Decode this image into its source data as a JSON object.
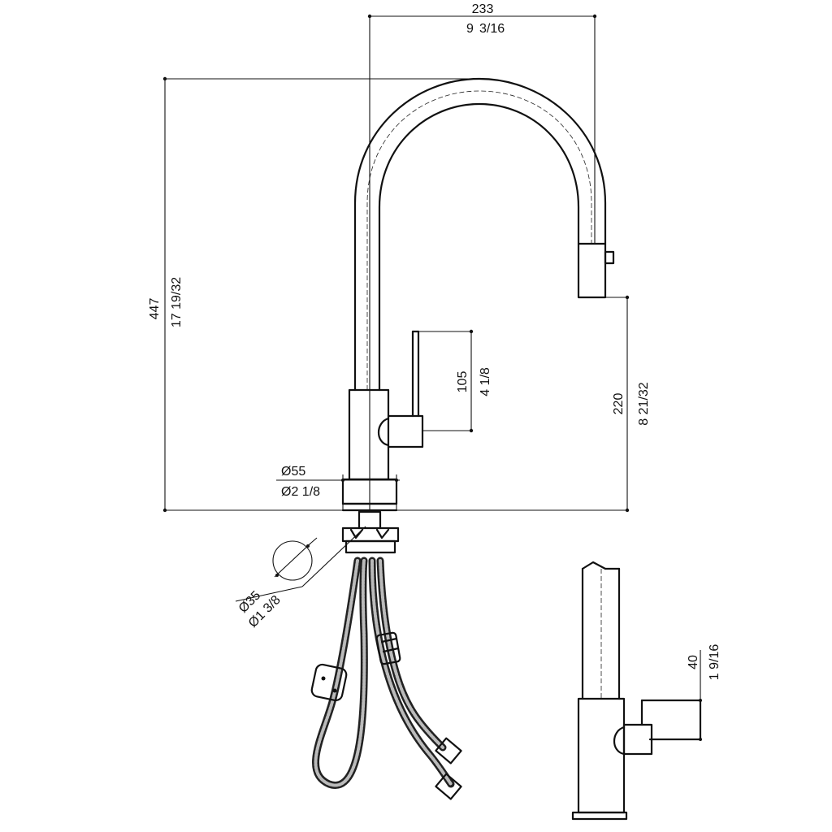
{
  "dimensions": {
    "width_mm": "233",
    "width_in_whole": "9",
    "width_in_frac": "3/16",
    "height_mm": "447",
    "height_in": "17 19/32",
    "handle_mm": "105",
    "handle_in": "4 1/8",
    "spout_mm": "220",
    "spout_in": "8 21/32",
    "base_mm": "Ø55",
    "base_in": "Ø2 1/8",
    "hole_mm": "Ø35",
    "hole_in": "Ø1 3/8",
    "lever_mm": "40",
    "lever_in": "1 9/16"
  }
}
